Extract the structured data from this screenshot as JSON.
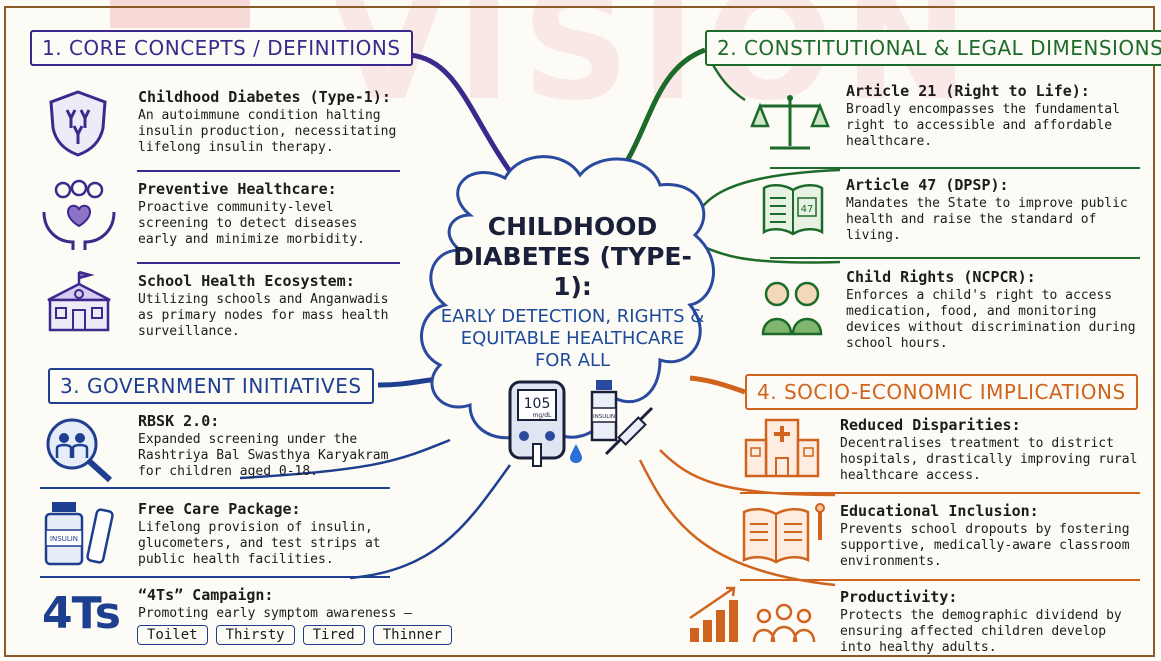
{
  "center": {
    "title": "CHILDHOOD DIABETES (TYPE-1):",
    "subtitle": "EARLY DETECTION, RIGHTS & EQUITABLE HEALTHCARE FOR ALL",
    "glucometer_reading": "105",
    "glucometer_unit": "mg/dL",
    "vial_label": "INSULIN"
  },
  "sections": {
    "core": {
      "title": "1. CORE CONCEPTS / DEFINITIONS",
      "items": [
        {
          "heading": "Childhood Diabetes (Type-1):",
          "text": "An autoimmune condition halting insulin production, necessitating lifelong insulin therapy."
        },
        {
          "heading": "Preventive Healthcare:",
          "text": "Proactive community-level screening to detect diseases early and minimize morbidity."
        },
        {
          "heading": "School Health Ecosystem:",
          "text": "Utilizing schools and Anganwadis as primary nodes for mass health surveillance."
        }
      ]
    },
    "legal": {
      "title": "2. CONSTITUTIONAL & LEGAL DIMENSIONS",
      "items": [
        {
          "heading": "Article 21 (Right to Life):",
          "text": "Broadly encompasses the fundamental right to accessible and affordable healthcare."
        },
        {
          "heading": "Article 47 (DPSP):",
          "text": "Mandates the State to improve public health and raise the standard of living."
        },
        {
          "heading": "Child Rights (NCPCR):",
          "text": "Enforces a child's right to access medication, food, and monitoring devices without discrimination during school hours."
        }
      ],
      "book_label": "47"
    },
    "gov": {
      "title": "3. GOVERNMENT INITIATIVES",
      "items": [
        {
          "heading": "RBSK 2.0:",
          "text": "Expanded screening under the Rashtriya Bal Swasthya Karyakram for children aged 0-18."
        },
        {
          "heading": "Free Care Package:",
          "text": "Lifelong provision of insulin, glucometers, and test strips at public health facilities."
        },
        {
          "heading": "“4Ts” Campaign:",
          "text": "Promoting early symptom awareness —"
        }
      ],
      "vial_label": "INSULIN",
      "four_ts_logo": "4Ts",
      "tags": [
        "Toilet",
        "Thirsty",
        "Tired",
        "Thinner"
      ]
    },
    "socio": {
      "title": "4. SOCIO-ECONOMIC IMPLICATIONS",
      "items": [
        {
          "heading": "Reduced Disparities:",
          "text": "Decentralises treatment to district hospitals, drastically improving rural healthcare access."
        },
        {
          "heading": "Educational Inclusion:",
          "text": "Prevents school dropouts by fostering supportive, medically-aware classroom environments."
        },
        {
          "heading": "Productivity:",
          "text": "Protects the demographic dividend by ensuring affected children develop into healthy adults."
        }
      ]
    }
  },
  "colors": {
    "core": "#3b2a8c",
    "legal": "#1c6b2a",
    "gov": "#1e3f8f",
    "socio": "#d0631d",
    "center_text": "#1a1f3a"
  }
}
